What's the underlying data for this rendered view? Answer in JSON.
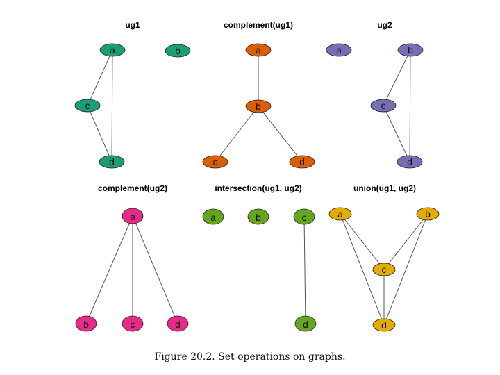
{
  "caption": "Figure 20.2. Set operations on graphs.",
  "panels": [
    {
      "title": "ug1",
      "color": "#1b9e77",
      "nodes": [
        "a",
        "b",
        "c",
        "d"
      ],
      "edges": [
        [
          "a",
          "c"
        ],
        [
          "a",
          "d"
        ],
        [
          "c",
          "d"
        ]
      ]
    },
    {
      "title": "complement(ug1)",
      "color": "#d95f02",
      "nodes": [
        "a",
        "b",
        "c",
        "d"
      ],
      "edges": [
        [
          "a",
          "b"
        ],
        [
          "b",
          "c"
        ],
        [
          "b",
          "d"
        ]
      ]
    },
    {
      "title": "ug2",
      "color": "#7570b3",
      "nodes": [
        "a",
        "b",
        "c",
        "d"
      ],
      "edges": [
        [
          "b",
          "c"
        ],
        [
          "b",
          "d"
        ],
        [
          "c",
          "d"
        ]
      ]
    },
    {
      "title": "complement(ug2)",
      "color": "#e7298a",
      "nodes": [
        "a",
        "b",
        "c",
        "d"
      ],
      "edges": [
        [
          "a",
          "b"
        ],
        [
          "a",
          "c"
        ],
        [
          "a",
          "d"
        ]
      ]
    },
    {
      "title": "intersection(ug1, ug2)",
      "color": "#66a61e",
      "nodes": [
        "a",
        "b",
        "c",
        "d"
      ],
      "edges": [
        [
          "c",
          "d"
        ]
      ]
    },
    {
      "title": "union(ug1, ug2)",
      "color": "#e6ab02",
      "nodes": [
        "a",
        "b",
        "c",
        "d"
      ],
      "edges": [
        [
          "a",
          "c"
        ],
        [
          "a",
          "d"
        ],
        [
          "b",
          "c"
        ],
        [
          "b",
          "d"
        ],
        [
          "c",
          "d"
        ]
      ]
    }
  ]
}
